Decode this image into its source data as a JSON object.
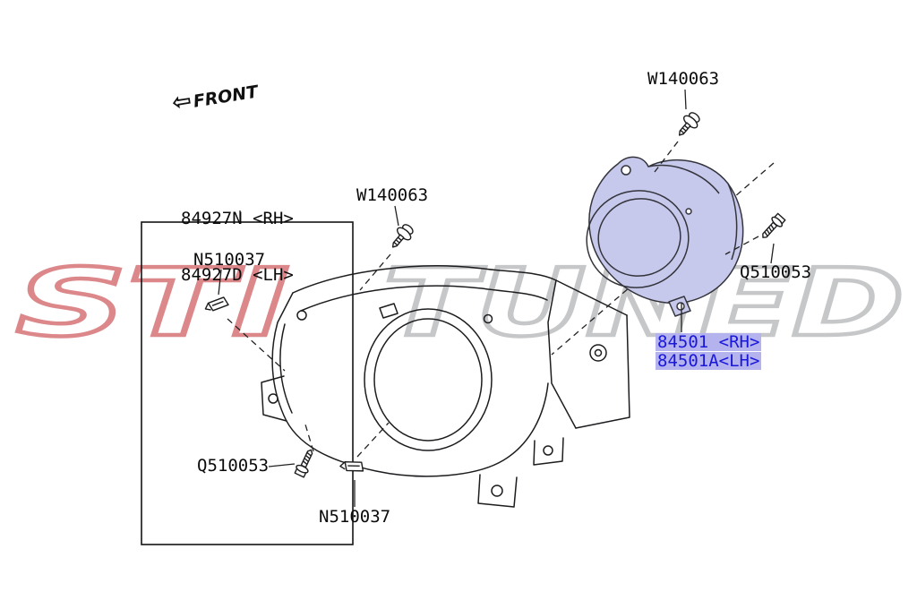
{
  "front": {
    "arrow_icon": "⇦",
    "label": "FRONT"
  },
  "watermark": {
    "left": "STI",
    "right": "TUNED"
  },
  "parts": {
    "bezel_rh": "84927N <RH>",
    "bezel_lh": "84927D <LH>",
    "clip_upper": "N510037",
    "clip_lower": "N510037",
    "screw_top": "W140063",
    "screw_mid": "W140063",
    "bolt_right": "Q510053",
    "bolt_bottom": "Q510053",
    "foglight_rh": "84501 <RH>",
    "foglight_lh": "84501A<LH>"
  },
  "colors": {
    "watermark_red": "#c0272d",
    "watermark_gray": "#8f9093",
    "highlight_bg": "#b5b3ee",
    "highlight_text": "#1a18d8",
    "foglight_fill": "#c6c9ec",
    "line": "#1d1d20"
  }
}
